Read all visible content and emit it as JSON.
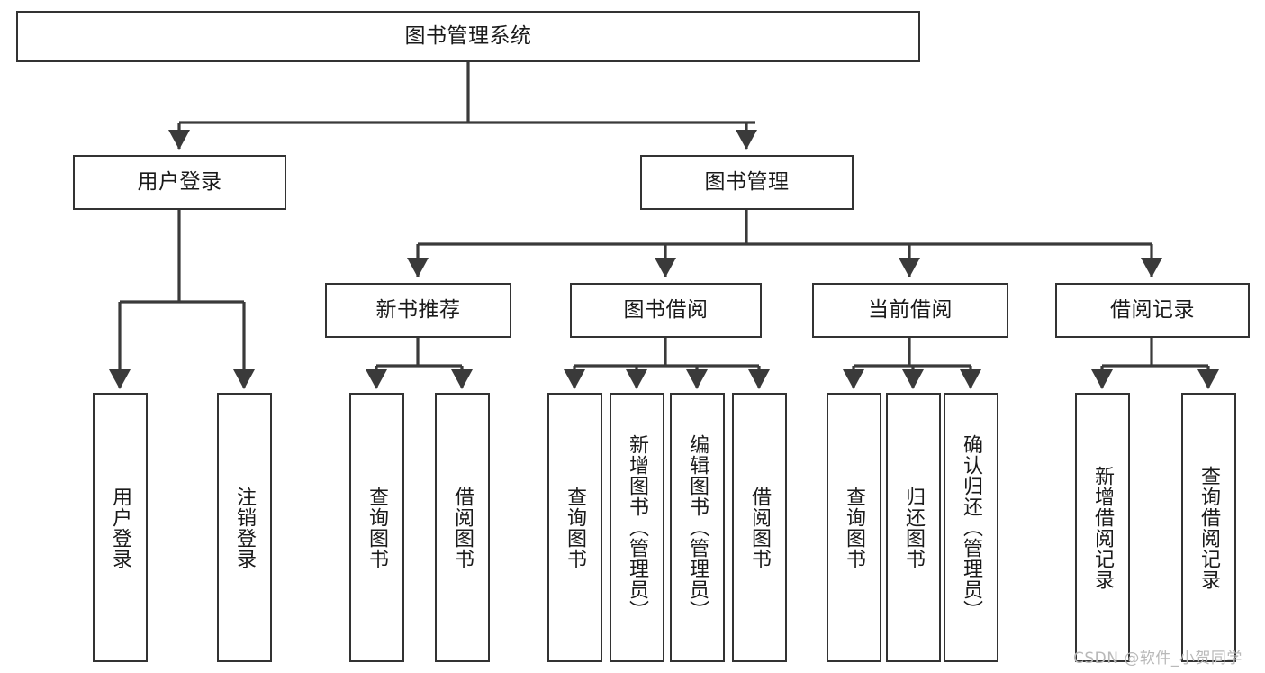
{
  "diagram": {
    "title": "图书管理系统",
    "watermark": "CSDN @软件_小贺同学",
    "colors": {
      "background": "#ffffff",
      "node_border": "#333333",
      "node_fill": "#ffffff",
      "edge": "#3a3a3a",
      "text": "#1a1a1a",
      "watermark": "#b9b9b9"
    }
  },
  "nodes": {
    "root": {
      "label": "图书管理系统"
    },
    "level1": [
      {
        "label": "用户登录"
      },
      {
        "label": "图书管理"
      }
    ],
    "level2": [
      {
        "label": "新书推荐"
      },
      {
        "label": "图书借阅"
      },
      {
        "label": "当前借阅"
      },
      {
        "label": "借阅记录"
      }
    ],
    "leaves": {
      "user_login": [
        {
          "label": "用户登录"
        },
        {
          "label": "注销登录"
        }
      ],
      "new_book": [
        {
          "label": "查询图书"
        },
        {
          "label": "借阅图书"
        }
      ],
      "book_borrow": [
        {
          "label": "查询图书"
        },
        {
          "label": "新增图书（管理员）"
        },
        {
          "label": "编辑图书（管理员）"
        },
        {
          "label": "借阅图书"
        }
      ],
      "current_borrow": [
        {
          "label": "查询图书"
        },
        {
          "label": "归还图书"
        },
        {
          "label": "确认归还（管理员）"
        }
      ],
      "borrow_record": [
        {
          "label": "新增借阅记录"
        },
        {
          "label": "查询借阅记录"
        }
      ]
    }
  }
}
